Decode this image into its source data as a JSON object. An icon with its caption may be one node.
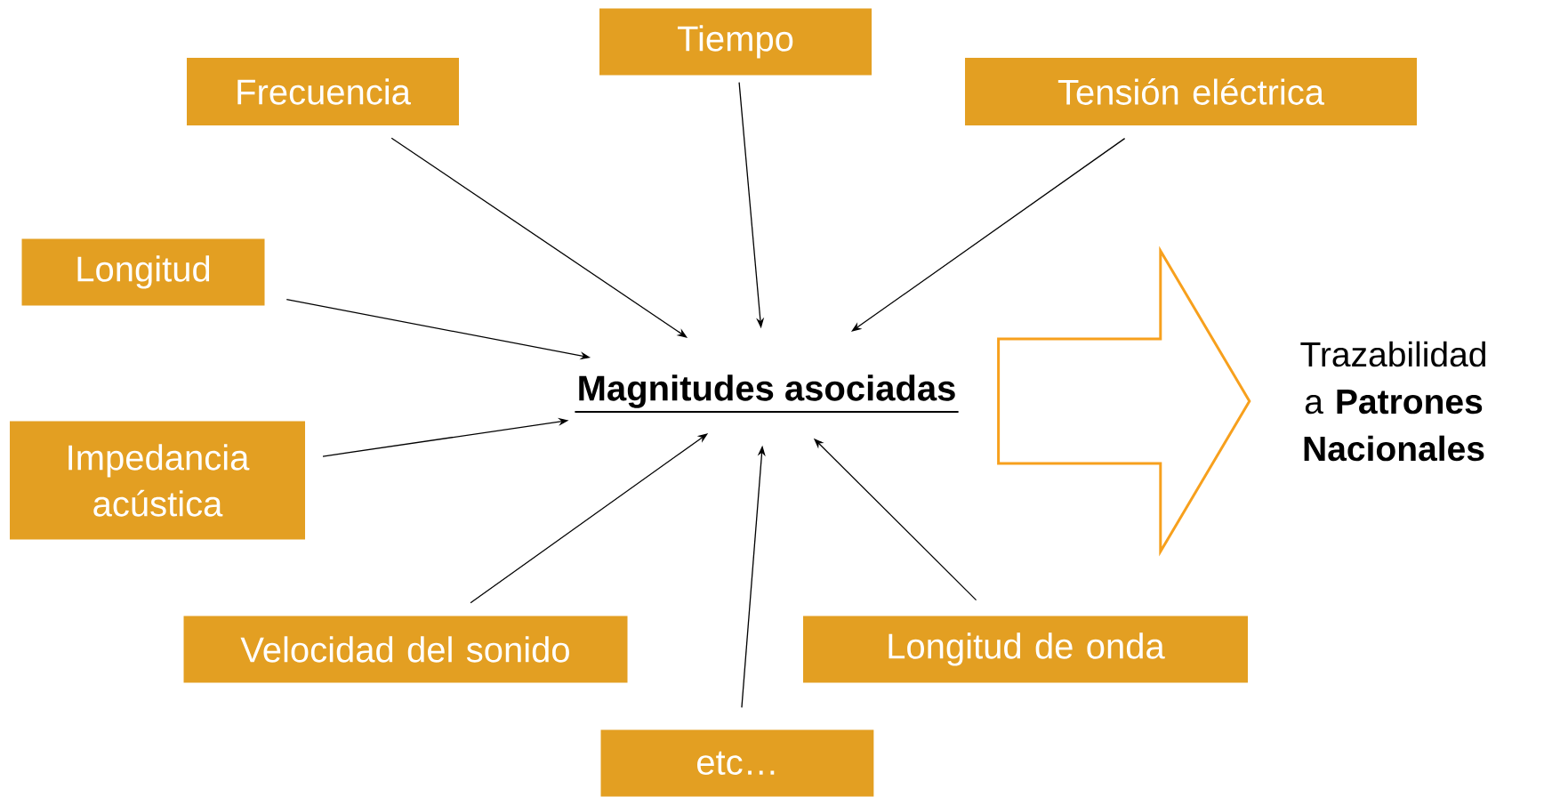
{
  "diagram": {
    "nodes": [
      {
        "text": [
          "Tiempo"
        ]
      },
      {
        "text": [
          "Frecuencia"
        ]
      },
      {
        "text": [
          "Tensión eléctrica"
        ]
      },
      {
        "text": [
          "Longitud"
        ]
      },
      {
        "text": [
          "Impedancia acústica"
        ]
      },
      {
        "text": [
          "Magnitudes asociadas"
        ]
      },
      {
        "text": [
          "Velocidad del sonido"
        ]
      },
      {
        "text": [
          "Longitud de onda"
        ]
      },
      {
        "text": [
          "etc…"
        ]
      },
      {
        "text": [
          "Trazabilidad a **Patrones Nacionales**"
        ]
      }
    ],
    "edges": [
      {
        "from": 1,
        "to": 5,
        "arrow": "to"
      },
      {
        "from": 0,
        "to": 5,
        "arrow": "to"
      },
      {
        "from": 2,
        "to": 5,
        "arrow": "to"
      },
      {
        "from": 3,
        "to": 5,
        "arrow": "to"
      },
      {
        "from": 4,
        "to": 5,
        "arrow": "to"
      },
      {
        "from": 6,
        "to": 5,
        "arrow": "to"
      },
      {
        "from": 8,
        "to": 5,
        "arrow": "to"
      },
      {
        "from": 7,
        "to": 5,
        "arrow": "to"
      },
      {
        "from": 5,
        "to": 9,
        "arrow": "to",
        "style": "thick",
        "color": "#f7a01d"
      }
    ]
  }
}
